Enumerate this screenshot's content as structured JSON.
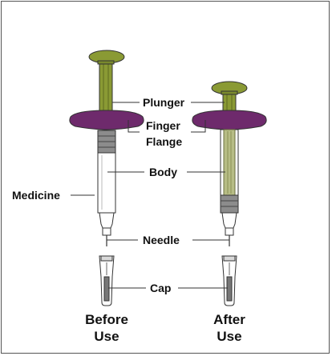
{
  "labels": {
    "plunger": "Plunger",
    "finger_flange_line1": "Finger",
    "finger_flange_line2": "Flange",
    "body": "Body",
    "medicine": "Medicine",
    "needle": "Needle",
    "cap": "Cap"
  },
  "captions": {
    "before_line1": "Before",
    "before_line2": "Use",
    "after_line1": "After",
    "after_line2": "Use"
  },
  "colors": {
    "plunger": "#8a9a34",
    "flange": "#6e2a6c",
    "outline": "#333333",
    "barrel_glass": "#ffffff",
    "medicine_fill": "#b7bd86",
    "rubber_stopper": "#8c8c8c"
  }
}
